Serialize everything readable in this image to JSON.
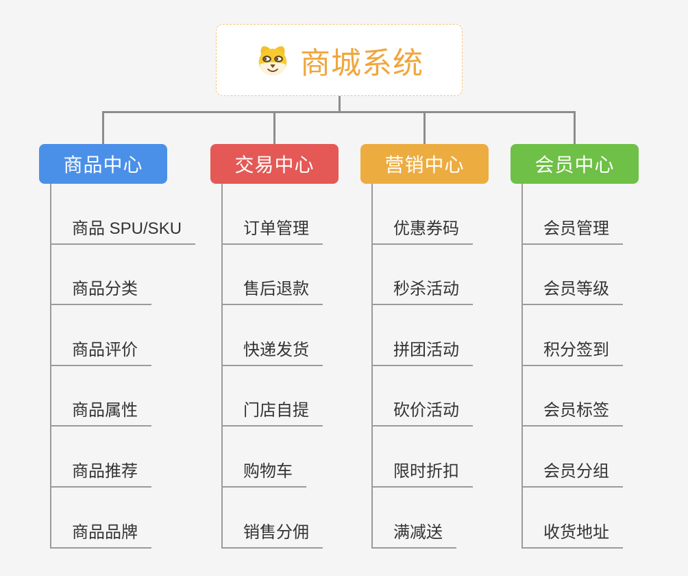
{
  "root": {
    "title": "商城系统",
    "icon": "dog-face-icon"
  },
  "branches": [
    {
      "id": "product-center",
      "label": "商品中心",
      "color": "#4b90e8",
      "items": [
        "商品 SPU/SKU",
        "商品分类",
        "商品评价",
        "商品属性",
        "商品推荐",
        "商品品牌"
      ]
    },
    {
      "id": "trade-center",
      "label": "交易中心",
      "color": "#e45956",
      "items": [
        "订单管理",
        "售后退款",
        "快递发货",
        "门店自提",
        "购物车",
        "销售分佣"
      ]
    },
    {
      "id": "marketing-center",
      "label": "营销中心",
      "color": "#edac40",
      "items": [
        "优惠券码",
        "秒杀活动",
        "拼团活动",
        "砍价活动",
        "限时折扣",
        "满减送"
      ]
    },
    {
      "id": "member-center",
      "label": "会员中心",
      "color": "#6ec046",
      "items": [
        "会员管理",
        "会员等级",
        "积分签到",
        "会员标签",
        "会员分组",
        "收货地址"
      ]
    }
  ],
  "colors": {
    "background": "#f5f5f6",
    "connector": "#8c8c8c",
    "underline": "#9a9a9a",
    "item_text": "#333333",
    "root_text": "#f0a63c",
    "root_border": "#f3c377",
    "node_text": "#ffffff"
  }
}
